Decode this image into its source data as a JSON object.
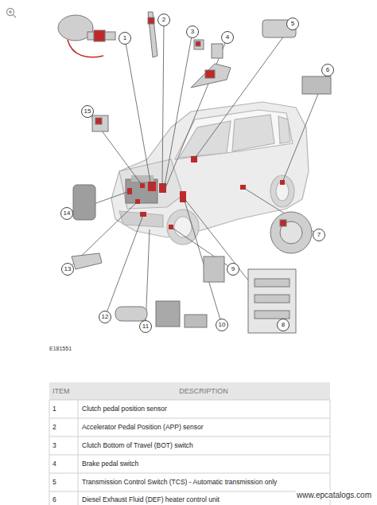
{
  "diagram": {
    "labels": [
      "1",
      "2",
      "3",
      "4",
      "5",
      "6",
      "7",
      "8",
      "9",
      "10",
      "11",
      "12",
      "13",
      "14",
      "15",
      "E181551",
      "ITEM",
      "DESCRIPTION",
      "1",
      "Clutch pedal position sensor",
      "2",
      "Accelerator Pedal Position (APP) sensor",
      "3",
      "Clutch Bottom of Travel (BOT) switch",
      "4",
      "Brake pedal switch",
      "5",
      "Transmission Control Switch (TCS) - Automatic transmission only",
      "6",
      "Diesel Exhaust Fluid (DEF) heater control unit",
      "www.epcatalogs.com"
    ]
  }
}
